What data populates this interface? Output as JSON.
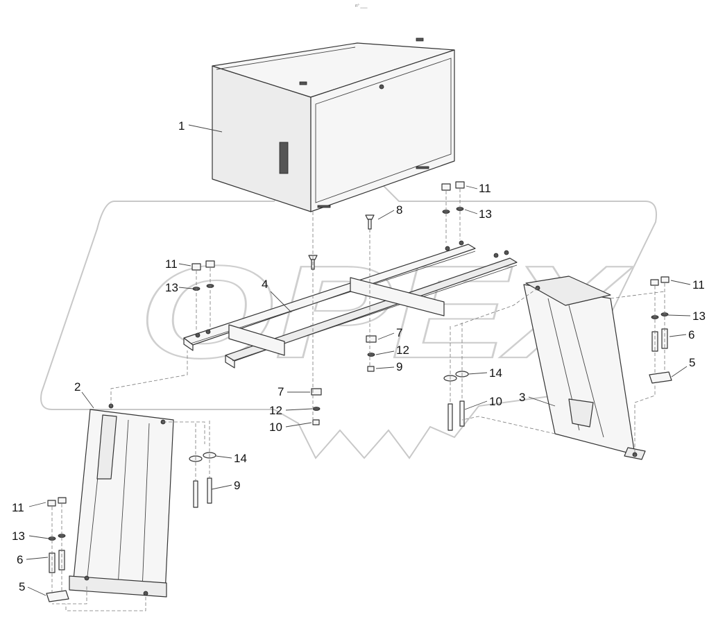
{
  "header_mark": "n° ___",
  "watermark": "OPEX",
  "callouts": [
    {
      "id": "c1",
      "text": "1"
    },
    {
      "id": "c2",
      "text": "2"
    },
    {
      "id": "c3",
      "text": "3"
    },
    {
      "id": "c4",
      "text": "4"
    },
    {
      "id": "c5a",
      "text": "5"
    },
    {
      "id": "c5b",
      "text": "5"
    },
    {
      "id": "c6a",
      "text": "6"
    },
    {
      "id": "c6b",
      "text": "6"
    },
    {
      "id": "c7a",
      "text": "7"
    },
    {
      "id": "c7b",
      "text": "7"
    },
    {
      "id": "c8",
      "text": "8"
    },
    {
      "id": "c9a",
      "text": "9"
    },
    {
      "id": "c9b",
      "text": "9"
    },
    {
      "id": "c10a",
      "text": "10"
    },
    {
      "id": "c10b",
      "text": "10"
    },
    {
      "id": "c11a",
      "text": "11"
    },
    {
      "id": "c11b",
      "text": "11"
    },
    {
      "id": "c11c",
      "text": "11"
    },
    {
      "id": "c11d",
      "text": "11"
    },
    {
      "id": "c12a",
      "text": "12"
    },
    {
      "id": "c12b",
      "text": "12"
    },
    {
      "id": "c13a",
      "text": "13"
    },
    {
      "id": "c13b",
      "text": "13"
    },
    {
      "id": "c13c",
      "text": "13"
    },
    {
      "id": "c13d",
      "text": "13"
    },
    {
      "id": "c14a",
      "text": "14"
    },
    {
      "id": "c14b",
      "text": "14"
    }
  ]
}
